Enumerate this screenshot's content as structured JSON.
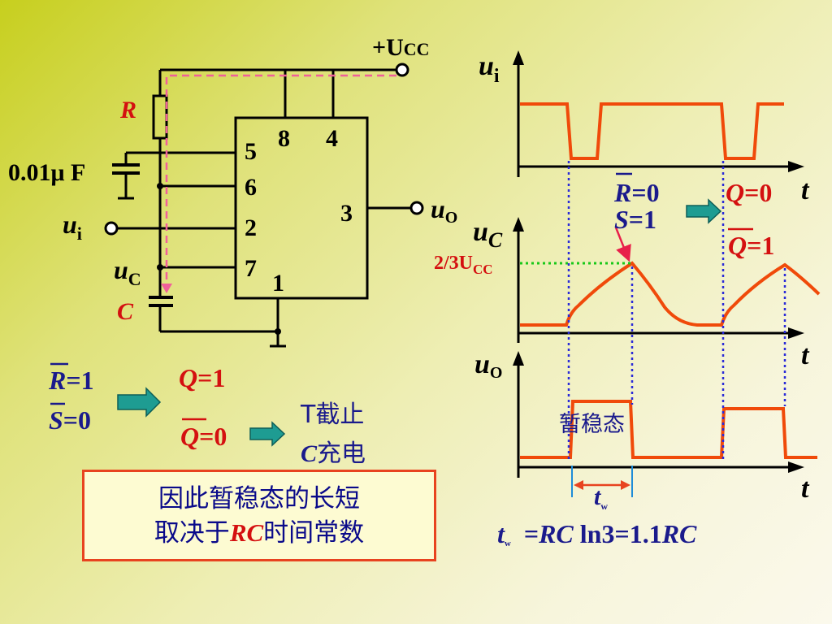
{
  "circuit": {
    "supply_label": "+U",
    "supply_sub": "CC",
    "resistor_label": "R",
    "capacitor_label": "C",
    "decap_label": "0.01μ F",
    "input_label": "u",
    "input_sub": "i",
    "uc_label": "u",
    "uc_sub": "C",
    "output_label": "u",
    "output_sub": "O",
    "pins": {
      "p8": "8",
      "p4": "4",
      "p5": "5",
      "p6": "6",
      "p2": "2",
      "p7": "7",
      "p3": "3",
      "p1": "1"
    }
  },
  "waveforms": {
    "ui_label": "u",
    "ui_sub": "i",
    "uc_label": "u",
    "uc_sub": "C",
    "uo_label": "u",
    "uo_sub": "O",
    "t_label": "t",
    "threshold_label": "2/3U",
    "threshold_sub": "CC",
    "pulse_label": "暂稳态",
    "tw_label": "t",
    "tw_sub": "w"
  },
  "states": {
    "left": {
      "r": "R",
      "r_val": "=1",
      "s": "S",
      "s_val": "=0",
      "q": "Q",
      "q_val": "=1",
      "qbar": "Q",
      "qbar_val": "=0"
    },
    "left_result_1": "T截止",
    "left_result_2_italic": "C",
    "left_result_2_rest": "充电",
    "right": {
      "r": "R",
      "r_val": "=0",
      "s": "S",
      "s_val": "=1",
      "q": "Q",
      "q_val": "=0",
      "qbar": "Q",
      "qbar_val": "=1"
    }
  },
  "formula": {
    "lhs": "t",
    "lhs_sub": "w",
    "rhs_1": "=",
    "rhs_rc": "RC",
    "rhs_2": " ln3=1.1",
    "rhs_rc2": "RC"
  },
  "note": {
    "line1": "因此暂稳态的长短",
    "line2_pre": "取决于",
    "line2_rc": "RC",
    "line2_post": "时间常数"
  },
  "colors": {
    "wave": "#f04a0a",
    "navy": "#1a1a8c",
    "red": "#d41010",
    "dashed": "#f0609a",
    "dots_blue": "#2a2ad8",
    "dots_green": "#18c818",
    "arrow_fill": "#1e9c92"
  }
}
